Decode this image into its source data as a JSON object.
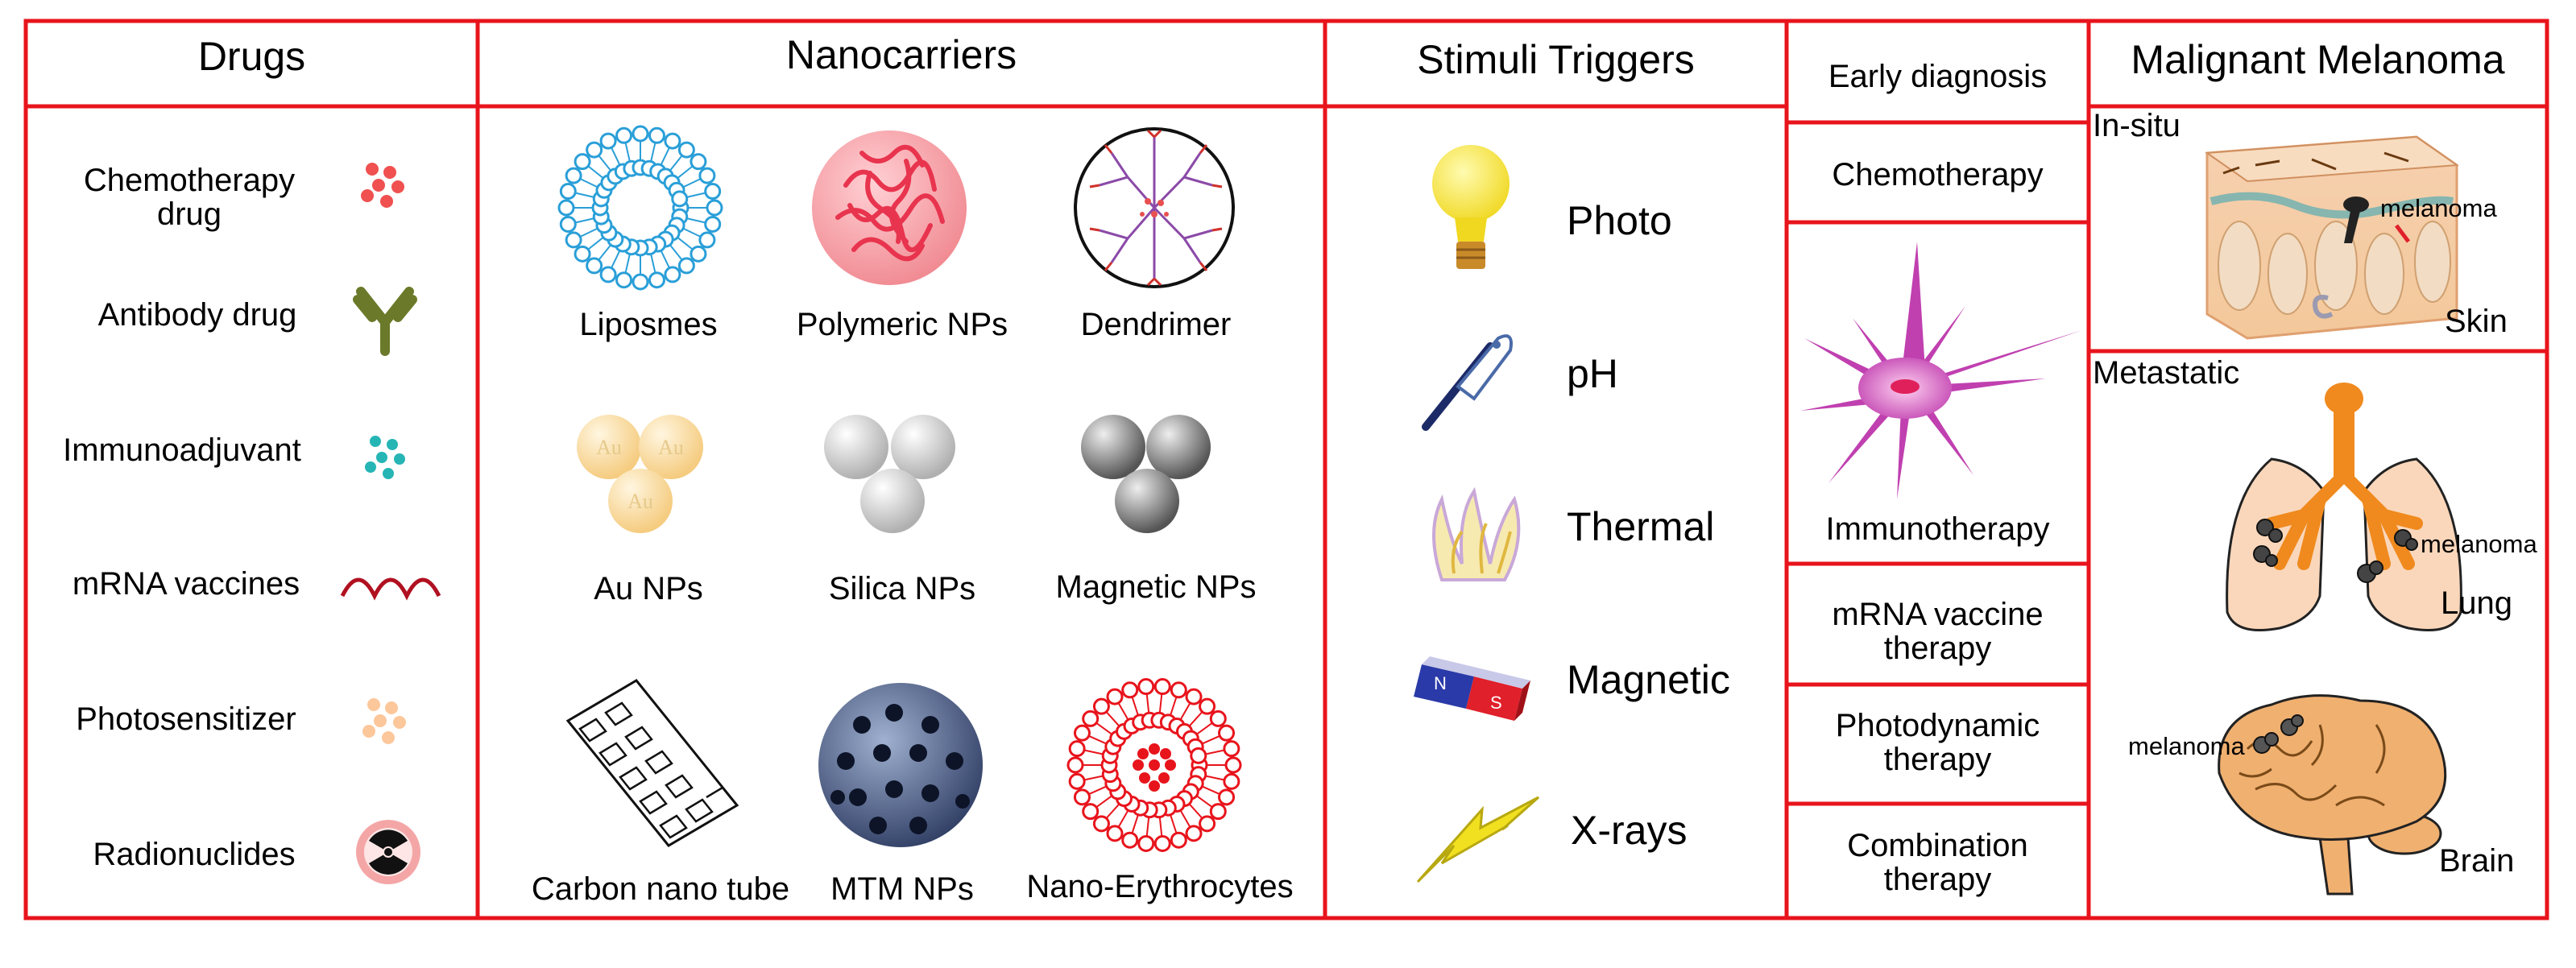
{
  "headers": {
    "drugs": "Drugs",
    "nanocarriers": "Nanocarriers",
    "stimuli": "Stimuli Triggers",
    "melanoma": "Malignant Melanoma"
  },
  "drugs": [
    "Chemotherapy drug",
    "Antibody drug",
    "Immunoadjuvant",
    "mRNA vaccines",
    "Photosensitizer",
    "Radionuclides"
  ],
  "nanocarriers": [
    "Liposmes",
    "Polymeric NPs",
    "Dendrimer",
    "Au NPs",
    "Silica NPs",
    "Magnetic NPs",
    "Carbon nano tube",
    "MTM NPs",
    "Nano-Erythrocytes"
  ],
  "au_symbol": "Au",
  "stimuli": [
    "Photo",
    "pH",
    "Thermal",
    "Magnetic",
    "X-rays"
  ],
  "magnet_poles": {
    "north": "N",
    "south": "S"
  },
  "therapies": [
    "Early diagnosis",
    "Chemotherapy",
    "Immunotherapy",
    "mRNA vaccine therapy",
    "Photodynamic therapy",
    "Combination therapy"
  ],
  "melanoma": {
    "in_situ": "In-situ",
    "metastatic": "Metastatic",
    "skin": "Skin",
    "lung": "Lung",
    "brain": "Brain",
    "tumor_label": "melanoma"
  },
  "colors": {
    "border": "#e8141c",
    "liposome": "#2a9fd8",
    "polymer": "#e8344e",
    "antibody": "#6b7a2a",
    "immunoadjuvant": "#26b5b5",
    "mrna": "#b01020",
    "dendritic_cell": "#c040b0",
    "lung": "#f08a1e",
    "brain": "#f0b070",
    "bolt": "#f0e020"
  }
}
